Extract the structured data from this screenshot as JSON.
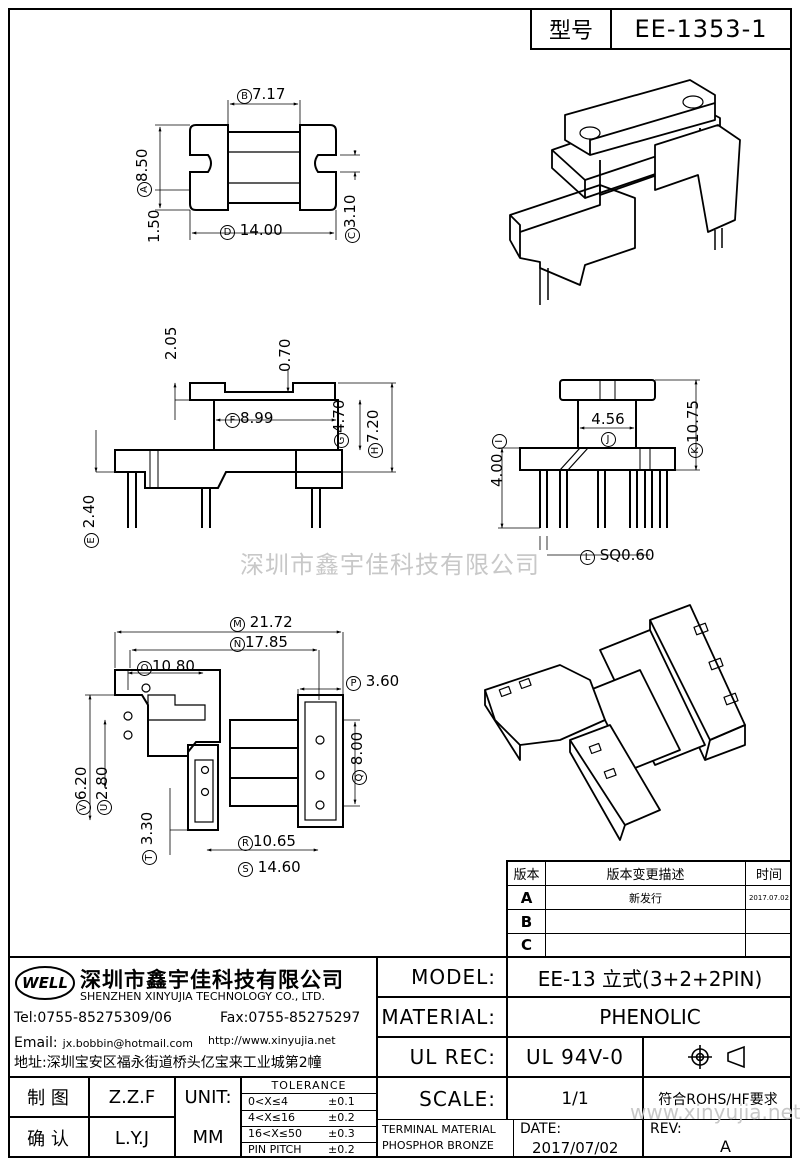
{
  "header": {
    "type_label": "型号",
    "model_no": "EE-1353-1"
  },
  "dims": {
    "B": "7.17",
    "A": "8.50",
    "d150": "1.50",
    "D": "14.00",
    "C": "3.10",
    "d205": "2.05",
    "d070": "0.70",
    "F": "8.99",
    "G": "4.70",
    "H": "7.20",
    "E": "2.40",
    "J": "4.56",
    "K": "10.75",
    "I": "4.00",
    "L": "SQ0.60",
    "M": "21.72",
    "N": "17.85",
    "O": "10.80",
    "P": "3.60",
    "V": "6.20",
    "U": "2.80",
    "Q": "8.00",
    "T": "3.30",
    "R": "10.65",
    "S": "14.60"
  },
  "dim_letters": [
    "A",
    "B",
    "C",
    "D",
    "E",
    "F",
    "G",
    "H",
    "I",
    "J",
    "K",
    "L",
    "M",
    "N",
    "O",
    "P",
    "Q",
    "R",
    "S",
    "T",
    "U",
    "V"
  ],
  "watermark": "深圳市鑫宇佳科技有限公司",
  "watermark_url": "www.xinyujia.net",
  "revision": {
    "headers": [
      "版本",
      "版本变更描述",
      "时间"
    ],
    "rows": [
      {
        "ver": "A",
        "desc": "新发行",
        "date": "2017.07.02"
      },
      {
        "ver": "B",
        "desc": "",
        "date": ""
      },
      {
        "ver": "C",
        "desc": "",
        "date": ""
      }
    ]
  },
  "company": {
    "logo_text": "WELL",
    "name_cn": "深圳市鑫宇佳科技有限公司",
    "name_en": "SHENZHEN XINYUJIA TECHNOLOGY CO., LTD.",
    "tel": "Tel:0755-85275309/06",
    "fax": "Fax:0755-85275297",
    "email_label": "Email:",
    "email": "jx.bobbin@hotmail.com",
    "website": "http://www.xinyujia.net",
    "address": "地址:深圳宝安区福永街道桥头亿宝来工业城第2幢"
  },
  "title_block": {
    "model_label": "MODEL:",
    "model_value": "EE-13 立式(3+2+2PIN)",
    "material_label": "MATERIAL:",
    "material_value": "PHENOLIC",
    "ulrec_label": "UL REC:",
    "ulrec_value": "UL 94V-0",
    "scale_label": "SCALE:",
    "scale_value": "1/1",
    "rohs": "符合ROHS/HF要求",
    "drawn_label": "制 图",
    "drawn_value": "Z.Z.F",
    "check_label": "确 认",
    "check_value": "L.Y.J",
    "unit_label": "UNIT:",
    "unit_value": "MM",
    "tolerance_title": "TOLERANCE",
    "tolerance_rows": [
      {
        "range": "0<X≤4",
        "tol": "±0.1"
      },
      {
        "range": "4<X≤16",
        "tol": "±0.2"
      },
      {
        "range": "16<X≤50",
        "tol": "±0.3"
      },
      {
        "range": "PIN PITCH",
        "tol": "±0.2"
      }
    ],
    "terminal_1": "TERMINAL MATERIAL",
    "terminal_2": "PHOSPHOR BRONZE",
    "date_label": "DATE:",
    "date_value": "2017/07/02",
    "rev_label": "REV:",
    "rev_value": "A"
  }
}
